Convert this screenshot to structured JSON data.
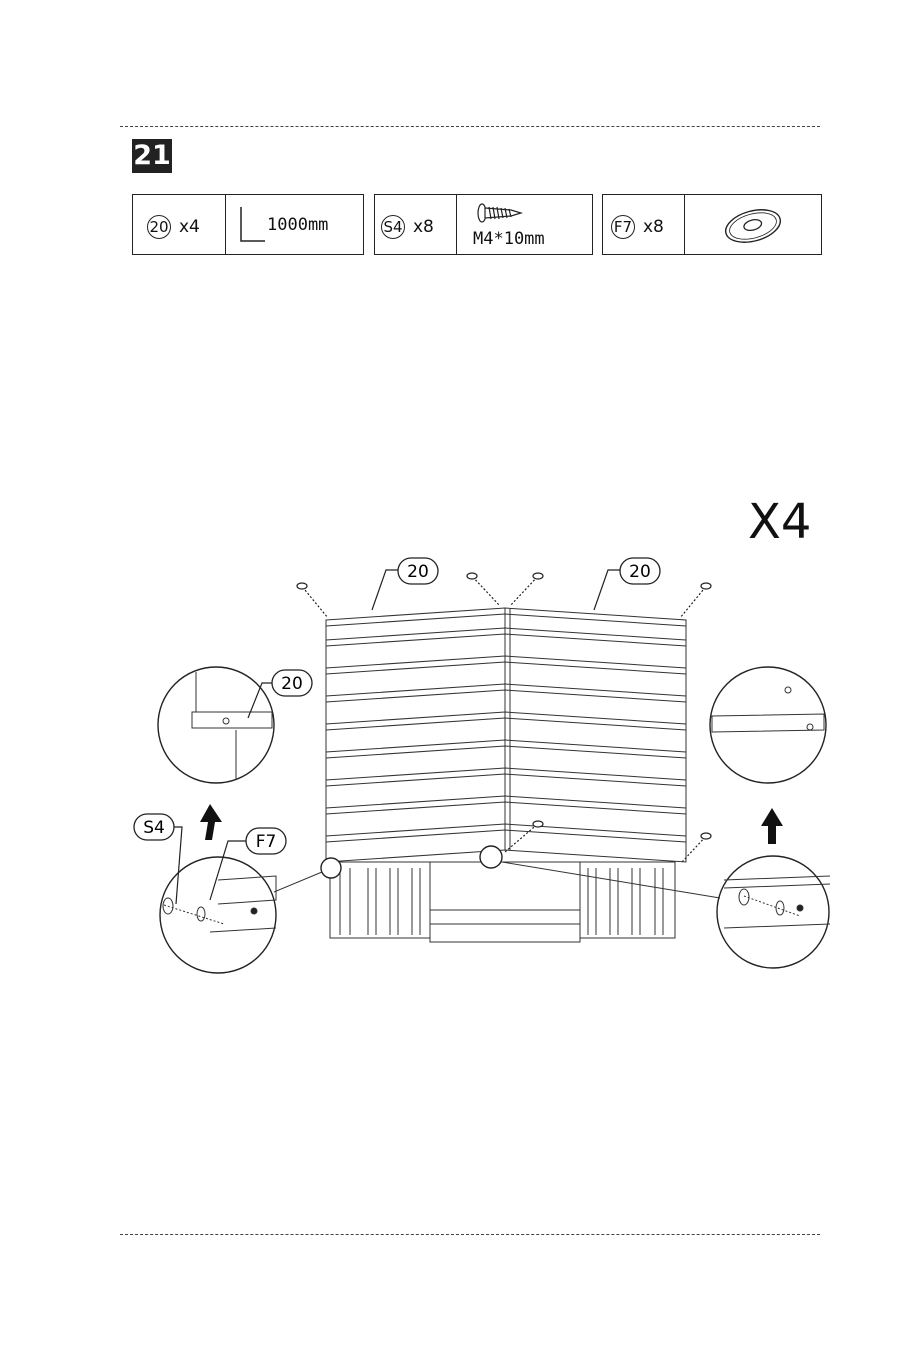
{
  "step": {
    "number": "21",
    "repeat": "X4"
  },
  "parts": [
    {
      "id": "20",
      "qty": "x4",
      "detail": "1000mm"
    },
    {
      "id": "S4",
      "qty": "x8",
      "detail": "M4*10mm"
    },
    {
      "id": "F7",
      "qty": "x8",
      "detail": ""
    }
  ],
  "callouts": {
    "panel_left": "20",
    "panel_right": "20",
    "detail_part": "20",
    "screw": "S4",
    "washer": "F7"
  }
}
